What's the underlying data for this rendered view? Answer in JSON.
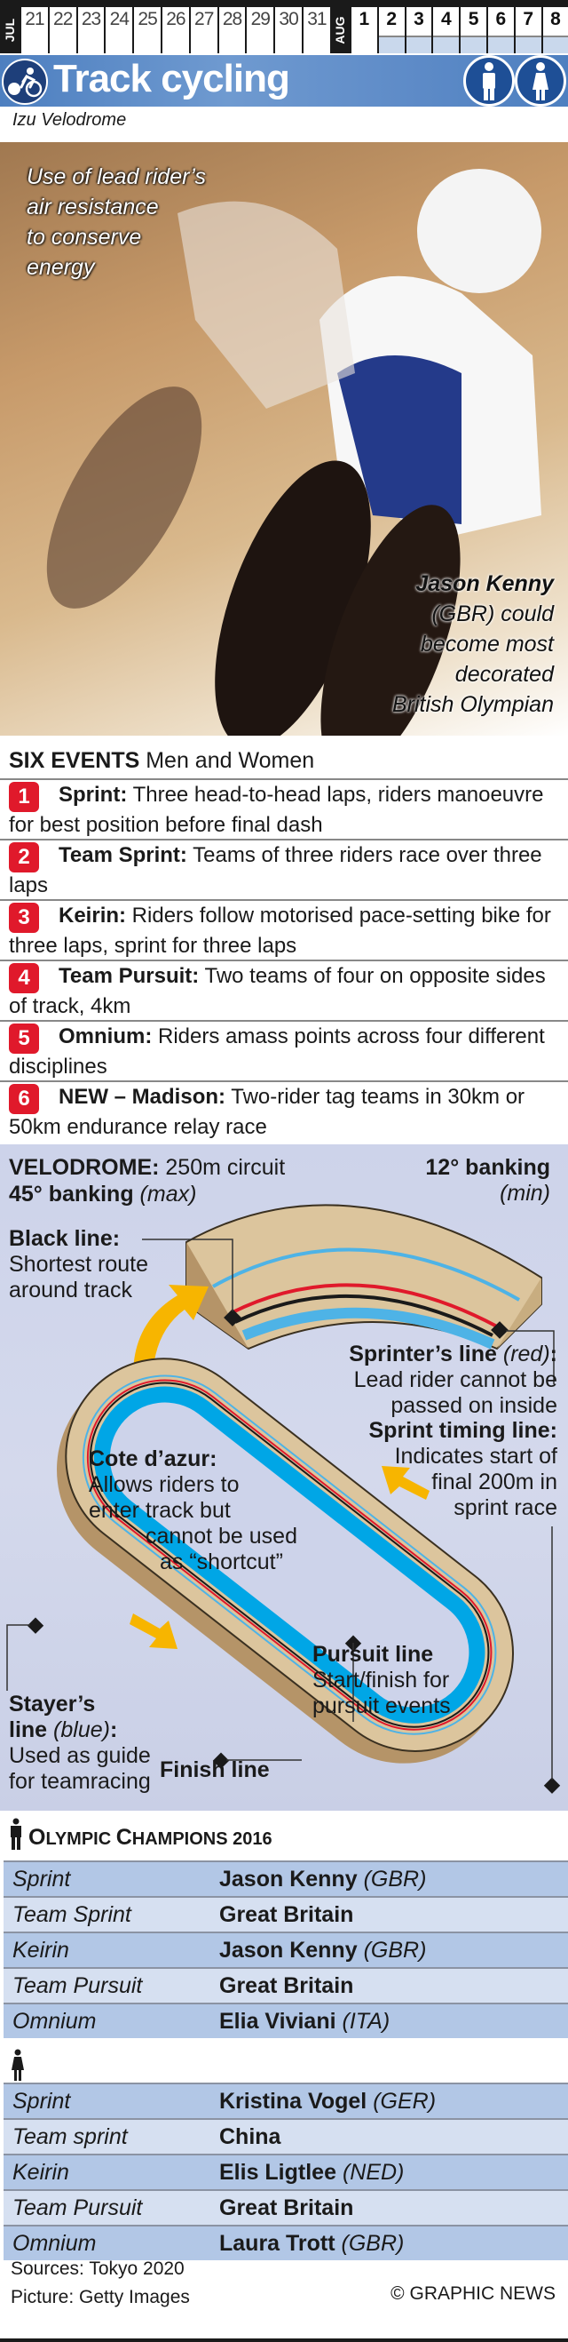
{
  "calendar": {
    "months": [
      {
        "label": "JUL"
      },
      {
        "label": "AUG"
      }
    ],
    "july_days": [
      "21",
      "22",
      "23",
      "24",
      "25",
      "26",
      "27",
      "28",
      "29",
      "30",
      "31"
    ],
    "august_days": [
      "1",
      "2",
      "3",
      "4",
      "5",
      "6",
      "7",
      "8"
    ],
    "event_days": [
      "2",
      "3",
      "4",
      "5",
      "6",
      "7",
      "8"
    ],
    "event_color": "#c9d8ec"
  },
  "header": {
    "title": "Track cycling",
    "venue": "Izu Velodrome",
    "sport_icon": "cyclist-icon",
    "gender_icons": [
      "man-icon",
      "woman-icon"
    ],
    "brand_color": "#1e4f96"
  },
  "photo": {
    "caption_top": [
      "Use of lead rider’s",
      "air resistance",
      "to conserve",
      "energy"
    ],
    "caption_bottom_name": "Jason Kenny",
    "caption_bottom": [
      "(GBR) could",
      "become most",
      "decorated",
      "British Olympian"
    ]
  },
  "events": {
    "heading_bold": "SIX EVENTS",
    "heading_rest": " Men and Women",
    "badge_color": "#e0192b",
    "items": [
      {
        "num": "1",
        "name": "Sprint:",
        "desc": " Three head-to-head laps, riders manoeuvre for best position before final dash"
      },
      {
        "num": "2",
        "name": "Team Sprint:",
        "desc": " Teams of three riders race over three laps"
      },
      {
        "num": "3",
        "name": "Keirin:",
        "desc": " Riders follow motorised pace-setting bike for three laps, sprint for three laps"
      },
      {
        "num": "4",
        "name": "Team Pursuit:",
        "desc": " Two teams of four on opposite sides of track, 4km"
      },
      {
        "num": "5",
        "name": "Omnium:",
        "desc": " Riders amass points across four different disciplines"
      },
      {
        "num": "6",
        "name": "NEW – Madison:",
        "desc": " Two-rider tag teams in 30km or 50km endurance relay race"
      }
    ]
  },
  "velodrome": {
    "title_bold": "VELODROME:",
    "title_rest": " 250m circuit",
    "max_banking": "45° banking",
    "max_note": "(max)",
    "min_banking": "12°  banking",
    "min_note": "(min)",
    "black_line": {
      "title": "Black line:",
      "desc1": "Shortest route",
      "desc2": "around track"
    },
    "sprinters_line": {
      "title": "Sprinter’s line",
      "color_note": "(red)",
      "colon": ":",
      "desc1": "Lead rider cannot be",
      "desc2": "passed on inside"
    },
    "sprint_timing": {
      "title": "Sprint timing line:",
      "desc1": "Indicates start of",
      "desc2": "final 200m in",
      "desc3": "sprint race"
    },
    "cote_dazur": {
      "title": "Cote d’azur:",
      "desc1": "Allows riders to",
      "desc2": "enter track but",
      "desc3": "cannot be used",
      "desc4": "as “shortcut”"
    },
    "pursuit_line": {
      "title": "Pursuit line",
      "desc1": "Start/finish for",
      "desc2": "pursuit events"
    },
    "stayers_line": {
      "title1": "Stayer’s",
      "title2": "line",
      "color_note": "(blue)",
      "colon": ":",
      "desc1": "Used as guide",
      "desc2": "for teamracing"
    },
    "finish_line": {
      "title": "Finish line"
    },
    "colors": {
      "track": "#d8c09a",
      "apron": "#00a6e6",
      "sprinter": "#e0192b",
      "stayer": "#4eb3e6",
      "arrow": "#f7b500"
    }
  },
  "champions": {
    "heading_o": "O",
    "heading_lympic": "LYMPIC ",
    "heading_c": "C",
    "heading_hampions": "HAMPIONS 2016",
    "men": [
      {
        "event": "Sprint",
        "winner": "Jason Kenny",
        "nation": "(GBR)"
      },
      {
        "event": "Team Sprint",
        "winner": "Great Britain",
        "nation": ""
      },
      {
        "event": "Keirin",
        "winner": "Jason Kenny",
        "nation": "(GBR)"
      },
      {
        "event": "Team Pursuit",
        "winner": "Great Britain",
        "nation": ""
      },
      {
        "event": "Omnium",
        "winner": "Elia Viviani",
        "nation": "(ITA)"
      }
    ],
    "women": [
      {
        "event": "Sprint",
        "winner": "Kristina Vogel",
        "nation": "(GER)"
      },
      {
        "event": "Team sprint",
        "winner": "China",
        "nation": ""
      },
      {
        "event": "Keirin",
        "winner": "Elis Ligtlee",
        "nation": "(NED)"
      },
      {
        "event": "Team Pursuit",
        "winner": "Great Britain",
        "nation": ""
      },
      {
        "event": "Omnium",
        "winner": "Laura Trott",
        "nation": "(GBR)"
      }
    ]
  },
  "footer": {
    "sources": "Sources: Tokyo 2020",
    "picture": "Picture: Getty Images",
    "credit": "© GRAPHIC NEWS"
  }
}
